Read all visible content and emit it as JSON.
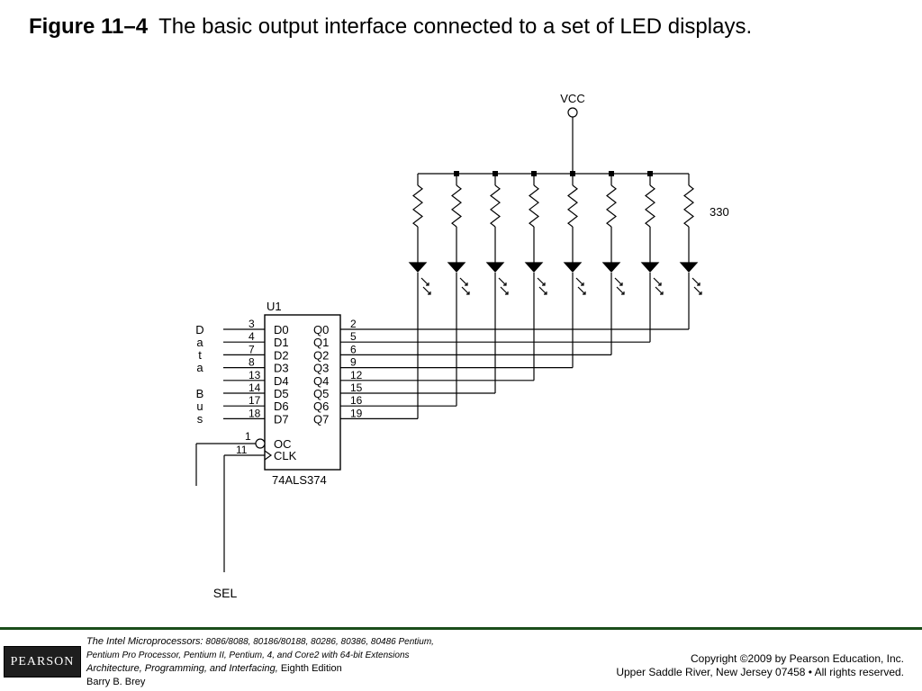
{
  "title": {
    "figure_label": "Figure 11–4",
    "caption": "The basic output interface connected to a set of LED displays."
  },
  "schematic": {
    "vcc_label": "VCC",
    "resistor_value": "330",
    "chip": {
      "ref": "U1",
      "part": "74ALS374",
      "inputs": [
        {
          "name": "D0",
          "pin": "3"
        },
        {
          "name": "D1",
          "pin": "4"
        },
        {
          "name": "D2",
          "pin": "7"
        },
        {
          "name": "D3",
          "pin": "8"
        },
        {
          "name": "D4",
          "pin": "13"
        },
        {
          "name": "D5",
          "pin": "14"
        },
        {
          "name": "D6",
          "pin": "17"
        },
        {
          "name": "D7",
          "pin": "18"
        }
      ],
      "outputs": [
        {
          "name": "Q0",
          "pin": "2"
        },
        {
          "name": "Q1",
          "pin": "5"
        },
        {
          "name": "Q2",
          "pin": "6"
        },
        {
          "name": "Q3",
          "pin": "9"
        },
        {
          "name": "Q4",
          "pin": "12"
        },
        {
          "name": "Q5",
          "pin": "15"
        },
        {
          "name": "Q6",
          "pin": "16"
        },
        {
          "name": "Q7",
          "pin": "19"
        }
      ],
      "oc": {
        "name": "OC",
        "pin": "1"
      },
      "clk": {
        "name": "CLK",
        "pin": "11"
      }
    },
    "bus_label_letters": [
      "D",
      "a",
      "t",
      "a",
      "B",
      "u",
      "s"
    ],
    "sel_label": "SEL"
  },
  "footer": {
    "logo_text": "PEARSON",
    "book_title": "The Intel Microprocessors:",
    "book_line1_rest": " 8086/8088, 80186/80188, 80286, 80386, 80486 Pentium,",
    "book_line2": "Pentium Pro Processor, Pentium II, Pentium, 4, and Core2 with 64-bit Extensions",
    "book_line3_italic": "Architecture, Programming, and Interfacing,",
    "book_line3_rest": " Eighth Edition",
    "author": "Barry B. Brey",
    "copyright_line1": "Copyright ©2009 by Pearson Education, Inc.",
    "copyright_line2": "Upper Saddle River, New Jersey 07458 • All rights reserved."
  }
}
